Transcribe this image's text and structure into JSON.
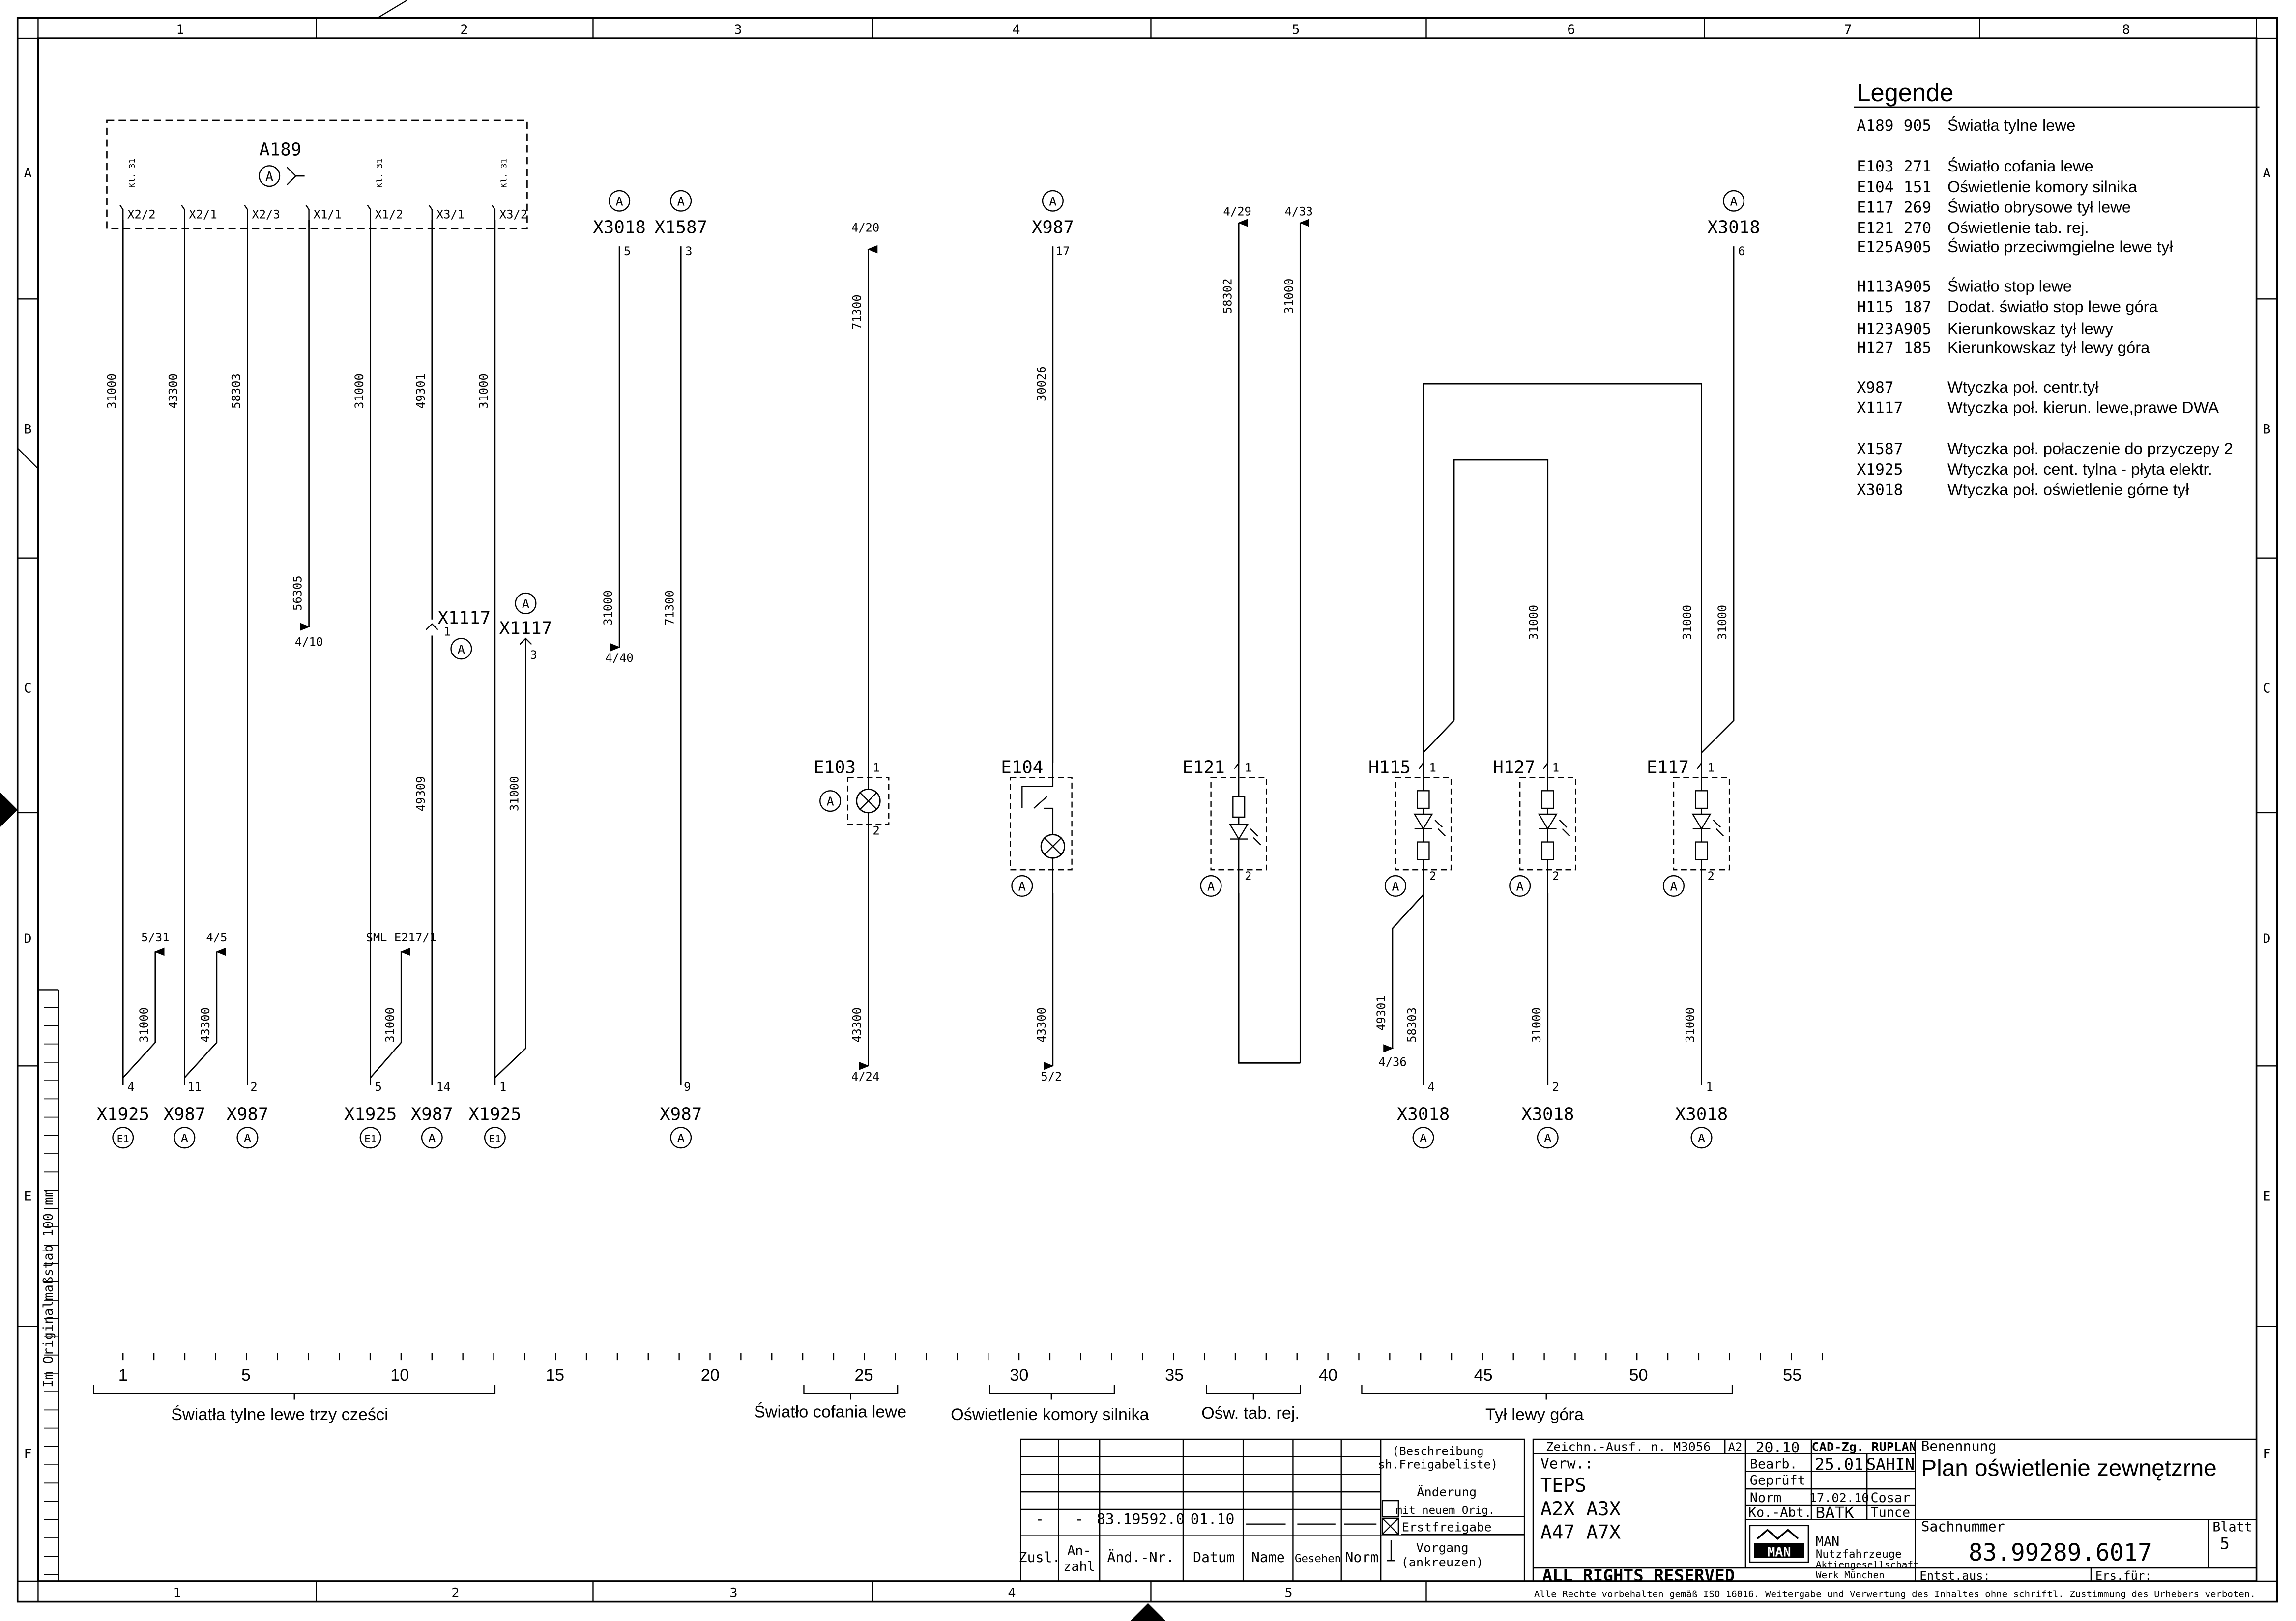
{
  "columns": [
    "1",
    "2",
    "3",
    "4",
    "5",
    "6",
    "7",
    "8"
  ],
  "bottom_columns": [
    "1",
    "2",
    "3",
    "4",
    "5"
  ],
  "rows": [
    "A",
    "B",
    "C",
    "D",
    "E",
    "F"
  ],
  "side_label": "Im Originalmaßstab 100 mm",
  "legend": {
    "title": "Legende",
    "entries": [
      {
        "code": "A189",
        "num": "905",
        "text": "Światła tylne lewe"
      },
      {
        "code": "E103",
        "num": "271",
        "text": "Światło cofania lewe"
      },
      {
        "code": "E104",
        "num": "151",
        "text": "Oświetlenie komory silnika"
      },
      {
        "code": "E117",
        "num": "269",
        "text": "Światło obrysowe tył lewe"
      },
      {
        "code": "E121",
        "num": "270",
        "text": "Oświetlenie tab. rej."
      },
      {
        "code": "E125",
        "num": "A905",
        "text": "Światło przeciwmgielne lewe tył"
      },
      {
        "code": "H113",
        "num": "A905",
        "text": "Światło stop lewe"
      },
      {
        "code": "H115",
        "num": "187",
        "text": "Dodat. światło stop lewe góra"
      },
      {
        "code": "H123",
        "num": "A905",
        "text": "Kierunkowskaz tył lewy"
      },
      {
        "code": "H127",
        "num": "185",
        "text": "Kierunkowskaz tył lewy góra"
      },
      {
        "code": "X987",
        "num": "",
        "text": "Wtyczka poł. centr.tył"
      },
      {
        "code": "X1117",
        "num": "",
        "text": "Wtyczka poł. kierun. lewe,prawe DWA"
      },
      {
        "code": "X1587",
        "num": "",
        "text": "Wtyczka poł. połaczenie do przyczepy 2"
      },
      {
        "code": "X1925",
        "num": "",
        "text": "Wtyczka poł. cent. tylna - płyta elektr."
      },
      {
        "code": "X3018",
        "num": "",
        "text": "Wtyczka poł. oświetlenie górne tył"
      }
    ]
  },
  "a189": {
    "label": "A189",
    "pins": [
      "X2/2",
      "X2/1",
      "X2/3",
      "X1/1",
      "X1/2",
      "X3/1",
      "X3/2"
    ],
    "kl": "Kl. 31"
  },
  "symbol_letters": {
    "a": "A",
    "e1": "E1"
  },
  "wires": [
    "31000",
    "43300",
    "58303",
    "31000",
    "49301",
    "31000",
    "56305",
    "49309",
    "31000",
    "31000",
    "71300",
    "71300",
    "30026",
    "58302",
    "31000",
    "31000",
    "31000",
    "31000",
    "31000",
    "43300",
    "31000",
    "43300",
    "43300",
    "49301",
    "58303",
    "31000",
    "31000"
  ],
  "cross_refs": [
    "4/10",
    "4/40",
    "4/20",
    "4/24",
    "5/2",
    "4/29",
    "4/33",
    "5/31",
    "4/5",
    "SML E217/1",
    "4/36"
  ],
  "connectors": {
    "x3018": "X3018",
    "x1587": "X1587",
    "x987": "X987",
    "x1117": "X1117",
    "x1925": "X1925"
  },
  "pin_numbers": [
    "5",
    "3",
    "17",
    "6",
    "1",
    "3",
    "4",
    "11",
    "2",
    "5",
    "14",
    "1",
    "9",
    "4",
    "2",
    "1",
    "1",
    "2",
    "1",
    "2",
    "1",
    "2",
    "1",
    "2",
    "1",
    "2"
  ],
  "components": [
    "E103",
    "E104",
    "E121",
    "H115",
    "H127",
    "E117"
  ],
  "scale": {
    "ticks": [
      "1",
      "5",
      "10",
      "15",
      "20",
      "25",
      "30",
      "35",
      "40",
      "45",
      "50",
      "55"
    ],
    "groups": [
      "Światła tylne lewe trzy cześci",
      "Światło cofania lewe",
      "Oświetlenie komory silnika",
      "Ośw. tab. rej.",
      "Tył lewy góra"
    ]
  },
  "revision": {
    "row": [
      "-",
      "-",
      "83.19592.0",
      "01.10"
    ],
    "headers": [
      "Zusl.",
      "An-\nzahl",
      "Änd.-Nr.",
      "Datum",
      "Name",
      "Gesehen",
      "Norm"
    ],
    "beschreibung": "(Beschreibung\nsh.Freigabeliste)",
    "aenderung": "Änderung",
    "mit_neuem": "mit neuem Orig.",
    "erstfreigabe": "Erstfreigabe",
    "vorgang": "Vorgang\n(ankreuzen)"
  },
  "title_block": {
    "zeichn": "Zeichn.-Ausf. n. M3056",
    "format": "A2",
    "date_col": "20.10",
    "cad": "CAD-Zg. RUPLAN",
    "bearb_label": "Bearb.",
    "bearb_date": "25.01",
    "bearb_name": "SAHIN",
    "geprueft_label": "Geprüft",
    "norm_label": "Norm",
    "norm_date": "17.02.10",
    "norm_name": "Cosar",
    "koabt_label": "Ko.-Abt.",
    "koabt_code": "BATK",
    "koabt_name": "Tunce",
    "verw_label": "Verw.:",
    "verw": [
      "TEPS",
      "A2X   A3X",
      "A47   A7X"
    ],
    "rights": "ALL RIGHTS RESERVED",
    "company": "MAN\nNutzfahrzeuge\nAktiengesellschaft\nWerk München",
    "logo": "MAN",
    "benennung_label": "Benennung",
    "benennung": "Plan oświetlenie zewnętzrne",
    "sachnummer_label": "Sachnummer",
    "sachnummer": "83.99289.6017",
    "blatt_label": "Blatt",
    "blatt": "5",
    "entst": "Entst.aus:",
    "ers": "Ers.für:",
    "iso": "Alle Rechte vorbehalten gemäß ISO 16016. Weitergabe und Verwertung des Inhaltes ohne schriftl. Zustimmung des Urhebers verboten."
  }
}
